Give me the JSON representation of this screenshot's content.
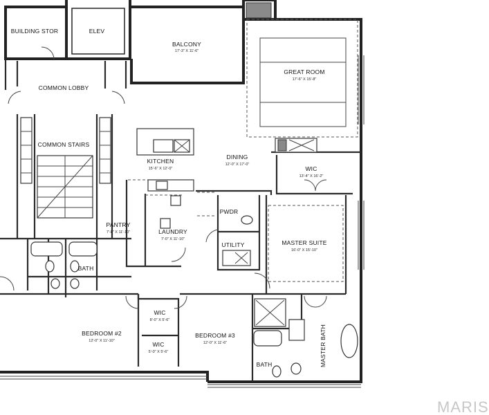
{
  "rooms": {
    "building_stor": {
      "name": "BUILDING STOR"
    },
    "elev": {
      "name": "ELEV"
    },
    "balcony": {
      "name": "BALCONY",
      "dims": "17'-3\" X 11'-6\""
    },
    "great_room": {
      "name": "GREAT ROOM",
      "dims": "17'-6\" X 15'-8\""
    },
    "common_lobby": {
      "name": "COMMON LOBBY"
    },
    "common_stairs": {
      "name": "COMMON STAIRS"
    },
    "dining": {
      "name": "DINING",
      "dims": "12'-0\" X 17'-0\""
    },
    "kitchen": {
      "name": "KITCHEN",
      "dims": "15'-6\" X 12'-0\""
    },
    "wic_master": {
      "name": "WIC",
      "dims": "13'-4\" X 16'-2\""
    },
    "pwdr": {
      "name": "PWDR"
    },
    "pantry": {
      "name": "PANTRY",
      "dims": "7'-8\" X 11'-10\""
    },
    "laundry": {
      "name": "LAUNDRY",
      "dims": "7'-0\" X 11'-10\""
    },
    "utility": {
      "name": "UTILITY"
    },
    "master_suite": {
      "name": "MASTER SUITE",
      "dims": "16'-0\" X 15'-10\""
    },
    "bath_hall": {
      "name": "BATH"
    },
    "wic_a": {
      "name": "WIC",
      "dims": "8'-0\" X 5'-6\""
    },
    "wic_b": {
      "name": "WIC",
      "dims": "5'-0\" X 5'-6\""
    },
    "bedroom2": {
      "name": "BEDROOM #2",
      "dims": "12'-0\" X 11'-10\""
    },
    "bedroom3": {
      "name": "BEDROOM #3",
      "dims": "12'-0\" X 11'-6\""
    },
    "bath_lower": {
      "name": "BATH"
    },
    "master_bath": {
      "name": "MASTER BATH"
    }
  },
  "watermark": "MARIS",
  "colors": {
    "line": "#2a2a2a",
    "watermark": "#c7c7c7",
    "background": "#ffffff"
  }
}
